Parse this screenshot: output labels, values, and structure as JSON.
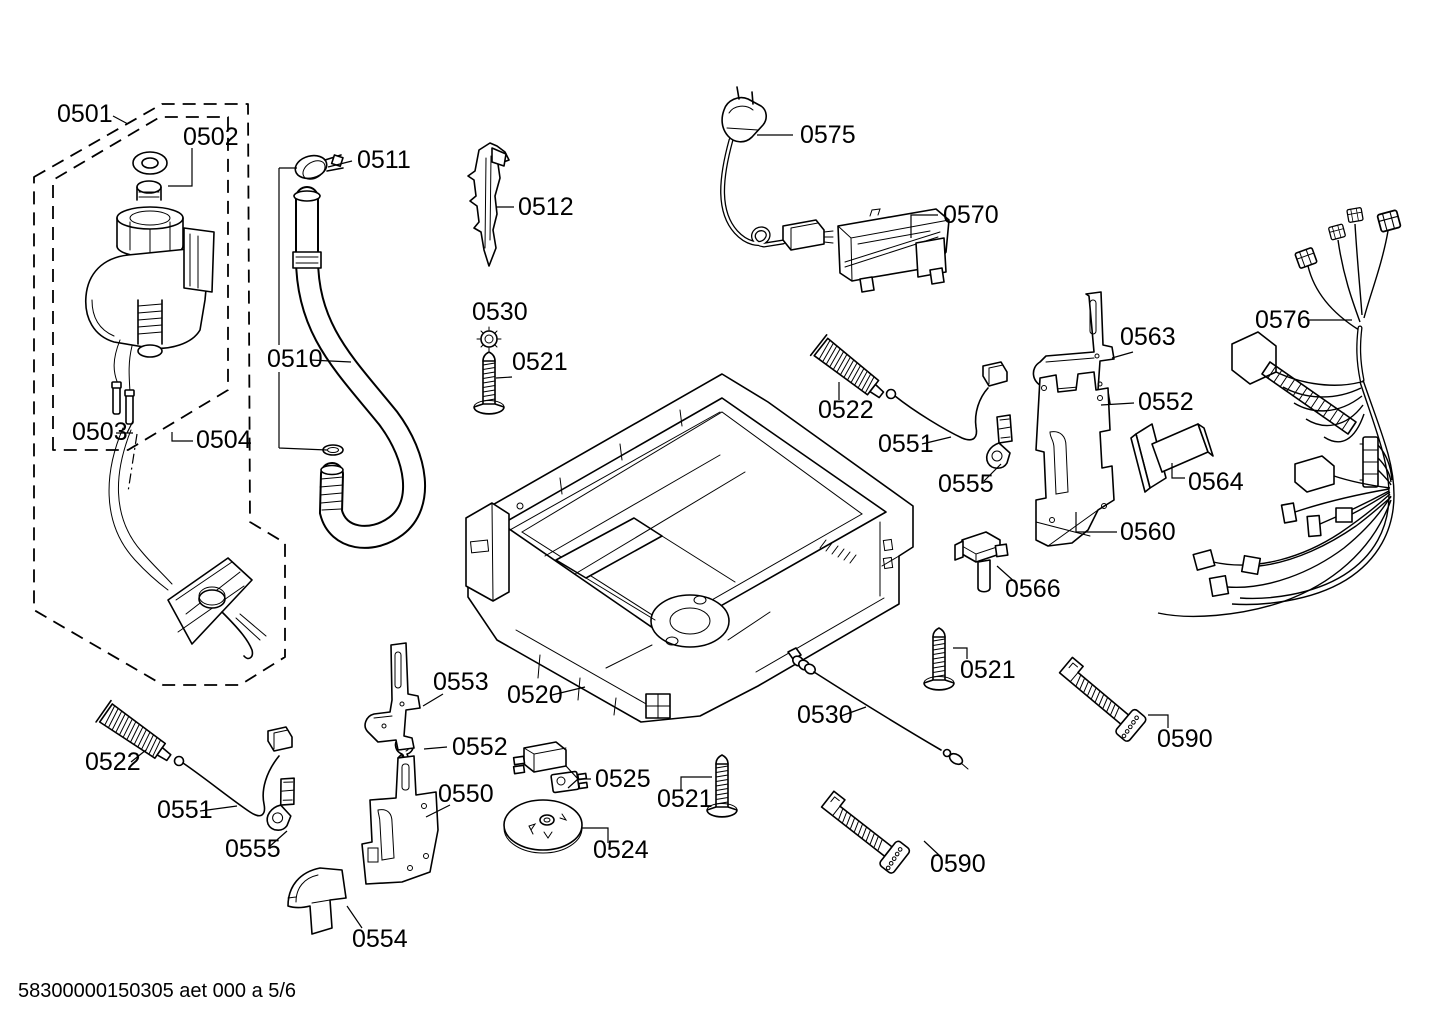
{
  "diagram": {
    "type": "exploded-parts-diagram",
    "footer": "58300000150305 aet 000 a 5/6",
    "colors": {
      "line": "#000000",
      "background": "#ffffff"
    },
    "labels": [
      {
        "text": "0501"
      },
      {
        "text": "0502"
      },
      {
        "text": "0503"
      },
      {
        "text": "0504"
      },
      {
        "text": "0511"
      },
      {
        "text": "0510"
      },
      {
        "text": "0512"
      },
      {
        "text": "0530"
      },
      {
        "text": "0521"
      },
      {
        "text": "0575"
      },
      {
        "text": "0570"
      },
      {
        "text": "0576"
      },
      {
        "text": "0563"
      },
      {
        "text": "0552"
      },
      {
        "text": "0564"
      },
      {
        "text": "0560"
      },
      {
        "text": "0566"
      },
      {
        "text": "0522"
      },
      {
        "text": "0551"
      },
      {
        "text": "0555"
      },
      {
        "text": "0520"
      },
      {
        "text": "0553"
      },
      {
        "text": "0552"
      },
      {
        "text": "0550"
      },
      {
        "text": "0525"
      },
      {
        "text": "0524"
      },
      {
        "text": "0521"
      },
      {
        "text": "0554"
      },
      {
        "text": "0522"
      },
      {
        "text": "0551"
      },
      {
        "text": "0555"
      },
      {
        "text": "0530"
      },
      {
        "text": "0521"
      },
      {
        "text": "0590"
      },
      {
        "text": "0590"
      }
    ]
  }
}
